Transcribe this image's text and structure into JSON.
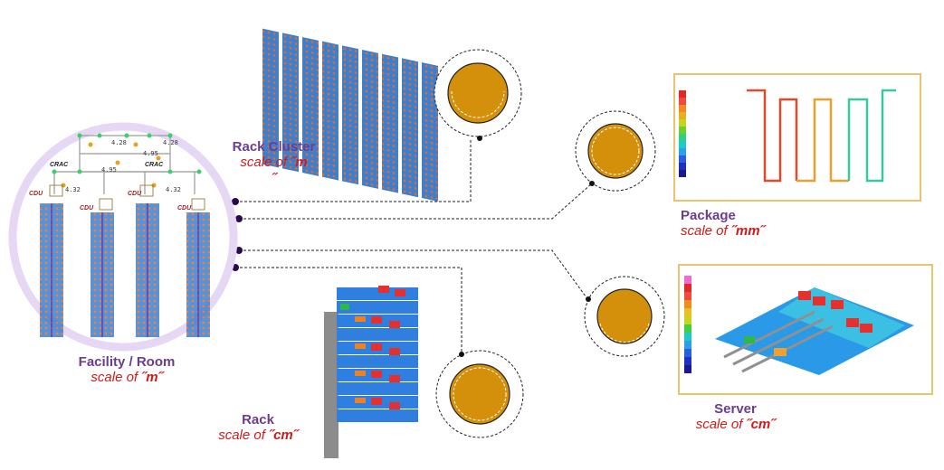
{
  "nodes": {
    "facility": {
      "name": "Facility / Room",
      "scale_prefix": "scale of ",
      "scale_unit": "˝m˝"
    },
    "rack_cluster": {
      "name": "Rack Cluster",
      "scale_prefix": "scale of ",
      "scale_unit_line1": "˝m",
      "scale_unit_line2": "˝"
    },
    "rack": {
      "name": "Rack",
      "scale_prefix": "scale of ",
      "scale_unit": "˝cm˝"
    },
    "package": {
      "name": "Package",
      "scale_prefix": "scale of ",
      "scale_unit": "˝mm˝"
    },
    "server": {
      "name": "Server",
      "scale_prefix": "scale of ",
      "scale_unit": "˝cm˝"
    }
  },
  "facility_tags": {
    "crac_left": "CRAC",
    "crac_right": "CRAC",
    "cdu_1": "CDU",
    "cdu_2": "CDU",
    "cdu_3": "CDU",
    "cdu_4": "CDU",
    "val_1": "4.28",
    "val_2": "4.28",
    "val_3": "4.95",
    "val_4": "4.95",
    "val_5": "4.32",
    "val_6": "4.32"
  },
  "colors": {
    "accent_purple": "#6a3c92",
    "scale_red": "#d11a1a",
    "node_gold": "#d4900a",
    "connector": "#222222",
    "panel_border": "#e8c56a",
    "facility_ring": "#e6d8f5"
  }
}
